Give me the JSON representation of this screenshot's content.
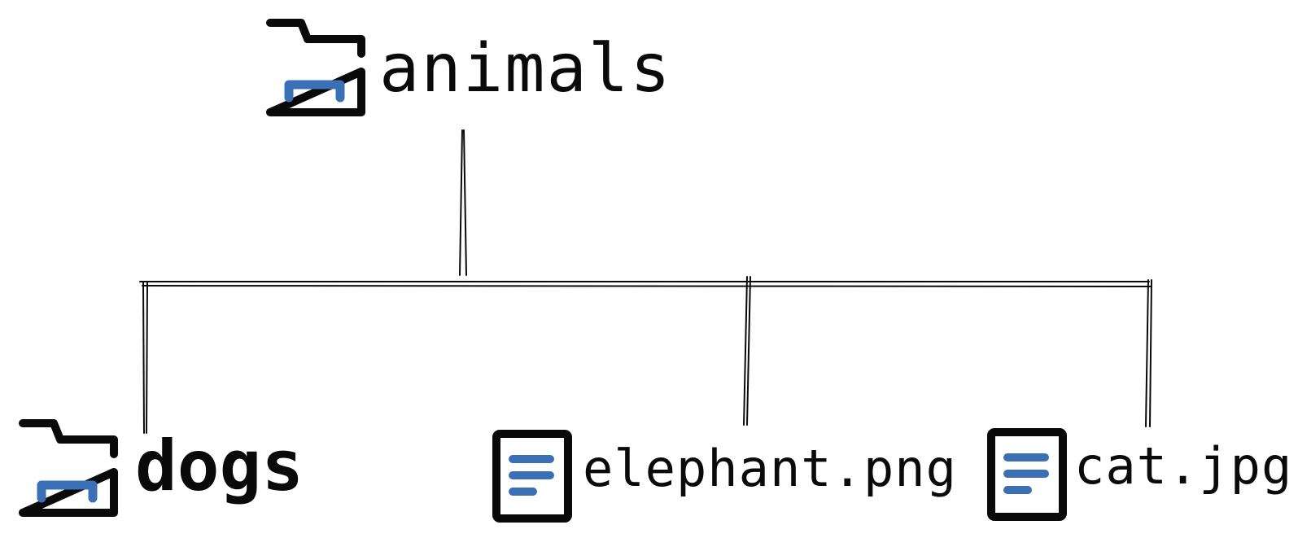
{
  "colors": {
    "stroke": "#0a0a0a",
    "accent": "#3b6fb6",
    "background": "#ffffff"
  },
  "tree": {
    "root": {
      "label": "animals",
      "icon": "folder-icon"
    },
    "children": [
      {
        "label": "dogs",
        "icon": "folder-icon"
      },
      {
        "label": "elephant.png",
        "icon": "file-icon"
      },
      {
        "label": "cat.jpg",
        "icon": "file-icon"
      }
    ]
  }
}
